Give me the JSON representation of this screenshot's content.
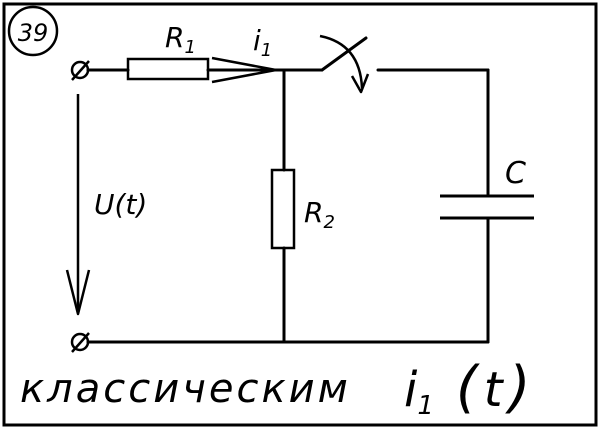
{
  "problem_number": "39",
  "labels": {
    "r1": "R",
    "r1_sub": "1",
    "current": "i",
    "current_sub": "1",
    "capacitor": "C",
    "r2": "R",
    "r2_sub": "2",
    "voltage": "U(t)"
  },
  "caption": {
    "method_word": "классическим",
    "fn_symbol": "i",
    "fn_sub": "1",
    "fn_open": "(",
    "fn_arg": "t",
    "fn_close": ")"
  }
}
